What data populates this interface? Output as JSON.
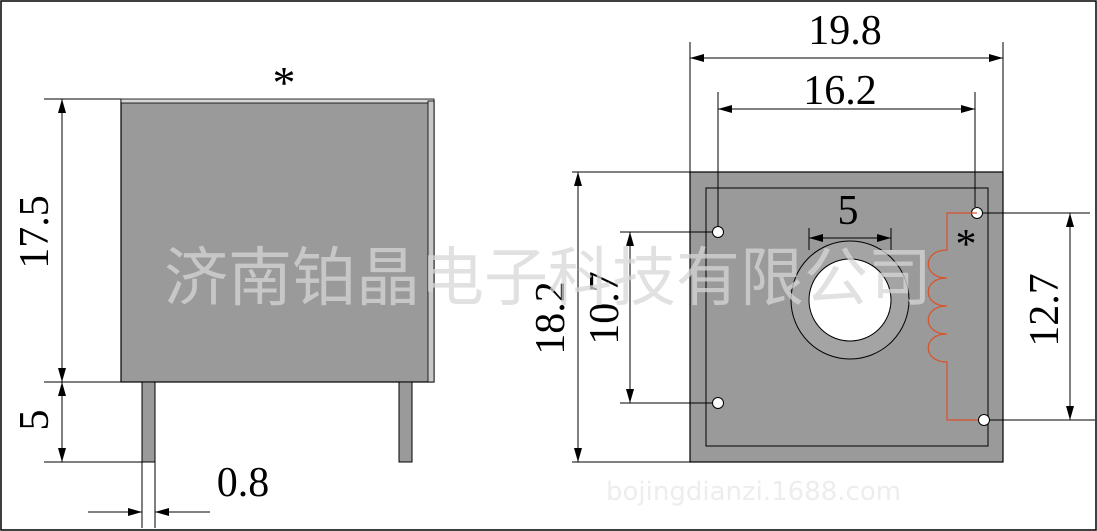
{
  "side_view": {
    "polarity_mark": "*",
    "dim_height": "17.5",
    "dim_pin_length": "5",
    "dim_pin_width": "0.8"
  },
  "top_view": {
    "dim_overall_width": "19.8",
    "dim_pin_pitch_width": "16.2",
    "dim_hole": "5",
    "dim_overall_height": "18.2",
    "dim_left_pin_spacing": "10.7",
    "dim_right_pin_spacing": "12.7",
    "polarity_mark": "*"
  },
  "watermark": {
    "company": "济南铂晶电子科技有限公司",
    "footer": "bojingdianzi.1688.com"
  },
  "colors": {
    "body_fill": "#9a9a9a",
    "coil": "#d9522c",
    "line": "#000000"
  }
}
